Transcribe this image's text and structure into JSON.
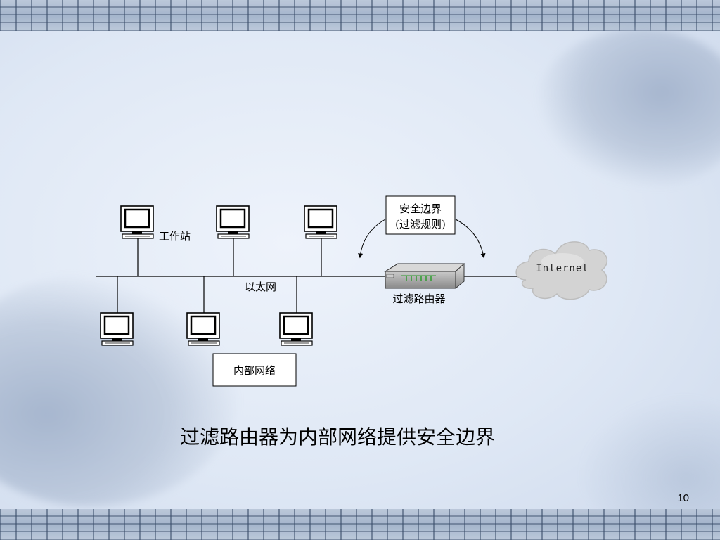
{
  "diagram": {
    "workstation_label": "工作站",
    "ethernet_label": "以太网",
    "security_boundary": {
      "line1": "安全边界",
      "line2": "(过滤规则)"
    },
    "router_label": "过滤路由器",
    "cloud_label": "Internet",
    "internal_network_label": "内部网络"
  },
  "caption": "过滤路由器为内部网络提供安全边界",
  "page_number": "10"
}
